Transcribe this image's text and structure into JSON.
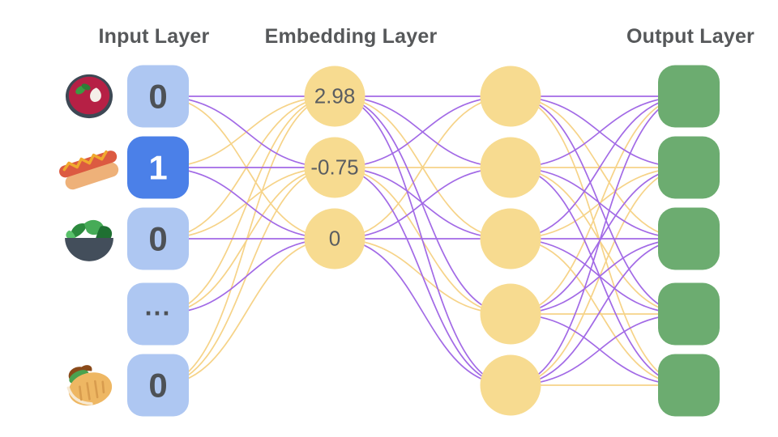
{
  "titles": {
    "input": "Input Layer",
    "embedding": "Embedding Layer",
    "output": "Output Layer"
  },
  "palette": {
    "background": "#ffffff",
    "title_text": "#56585a",
    "input_node_bg": "#aec7f2",
    "input_node_active_bg": "#4b80e8",
    "input_node_text": "#4d5156",
    "input_node_active_text": "#ffffff",
    "embedding_node_bg": "#f7db90",
    "embedding_node_text": "#5a5d61",
    "output_node_bg": "#6cac70",
    "edge_purple": "#a26ae6",
    "edge_yellow": "#f6d388"
  },
  "input_layer": {
    "nodes": [
      {
        "value": "0",
        "icon": "borscht-soup-icon",
        "active": false
      },
      {
        "value": "1",
        "icon": "hot-dog-icon",
        "active": true
      },
      {
        "value": "0",
        "icon": "salad-icon",
        "active": false
      },
      {
        "value": "...",
        "icon": null,
        "active": false
      },
      {
        "value": "0",
        "icon": "pita-icon",
        "active": false
      }
    ]
  },
  "embedding_layer": {
    "column1_values": [
      "2.98",
      "-0.75",
      "0"
    ],
    "column2_node_count": 5
  },
  "output_layer": {
    "node_count": 5
  },
  "edges": {
    "input_to_embedding1": [
      {
        "from": 0,
        "to": 0,
        "color": "purple"
      },
      {
        "from": 0,
        "to": 1,
        "color": "purple"
      },
      {
        "from": 0,
        "to": 2,
        "color": "yellow"
      },
      {
        "from": 1,
        "to": 0,
        "color": "yellow"
      },
      {
        "from": 1,
        "to": 1,
        "color": "purple"
      },
      {
        "from": 1,
        "to": 2,
        "color": "purple"
      },
      {
        "from": 2,
        "to": 0,
        "color": "yellow"
      },
      {
        "from": 2,
        "to": 1,
        "color": "yellow"
      },
      {
        "from": 2,
        "to": 2,
        "color": "purple"
      },
      {
        "from": 3,
        "to": 0,
        "color": "yellow"
      },
      {
        "from": 3,
        "to": 1,
        "color": "yellow"
      },
      {
        "from": 3,
        "to": 2,
        "color": "purple"
      },
      {
        "from": 4,
        "to": 0,
        "color": "yellow"
      },
      {
        "from": 4,
        "to": 1,
        "color": "yellow"
      },
      {
        "from": 4,
        "to": 2,
        "color": "yellow"
      }
    ],
    "embedding1_to_embedding2": [
      {
        "from": 0,
        "to": 0,
        "color": "purple"
      },
      {
        "from": 0,
        "to": 1,
        "color": "purple"
      },
      {
        "from": 0,
        "to": 2,
        "color": "yellow"
      },
      {
        "from": 0,
        "to": 3,
        "color": "purple"
      },
      {
        "from": 0,
        "to": 4,
        "color": "purple"
      },
      {
        "from": 1,
        "to": 0,
        "color": "purple"
      },
      {
        "from": 1,
        "to": 1,
        "color": "yellow"
      },
      {
        "from": 1,
        "to": 2,
        "color": "purple"
      },
      {
        "from": 1,
        "to": 3,
        "color": "yellow"
      },
      {
        "from": 1,
        "to": 4,
        "color": "purple"
      },
      {
        "from": 2,
        "to": 0,
        "color": "yellow"
      },
      {
        "from": 2,
        "to": 1,
        "color": "purple"
      },
      {
        "from": 2,
        "to": 2,
        "color": "purple"
      },
      {
        "from": 2,
        "to": 3,
        "color": "yellow"
      },
      {
        "from": 2,
        "to": 4,
        "color": "purple"
      }
    ],
    "embedding2_to_output": [
      {
        "from": 0,
        "to": 0,
        "color": "purple"
      },
      {
        "from": 0,
        "to": 1,
        "color": "purple"
      },
      {
        "from": 0,
        "to": 2,
        "color": "yellow"
      },
      {
        "from": 0,
        "to": 3,
        "color": "purple"
      },
      {
        "from": 0,
        "to": 4,
        "color": "yellow"
      },
      {
        "from": 1,
        "to": 0,
        "color": "purple"
      },
      {
        "from": 1,
        "to": 1,
        "color": "yellow"
      },
      {
        "from": 1,
        "to": 2,
        "color": "purple"
      },
      {
        "from": 1,
        "to": 3,
        "color": "yellow"
      },
      {
        "from": 1,
        "to": 4,
        "color": "purple"
      },
      {
        "from": 2,
        "to": 0,
        "color": "purple"
      },
      {
        "from": 2,
        "to": 1,
        "color": "yellow"
      },
      {
        "from": 2,
        "to": 2,
        "color": "purple"
      },
      {
        "from": 2,
        "to": 3,
        "color": "purple"
      },
      {
        "from": 2,
        "to": 4,
        "color": "yellow"
      },
      {
        "from": 3,
        "to": 0,
        "color": "yellow"
      },
      {
        "from": 3,
        "to": 1,
        "color": "purple"
      },
      {
        "from": 3,
        "to": 2,
        "color": "purple"
      },
      {
        "from": 3,
        "to": 3,
        "color": "yellow"
      },
      {
        "from": 3,
        "to": 4,
        "color": "purple"
      },
      {
        "from": 4,
        "to": 0,
        "color": "purple"
      },
      {
        "from": 4,
        "to": 1,
        "color": "yellow"
      },
      {
        "from": 4,
        "to": 2,
        "color": "purple"
      },
      {
        "from": 4,
        "to": 3,
        "color": "purple"
      },
      {
        "from": 4,
        "to": 4,
        "color": "yellow"
      }
    ]
  }
}
